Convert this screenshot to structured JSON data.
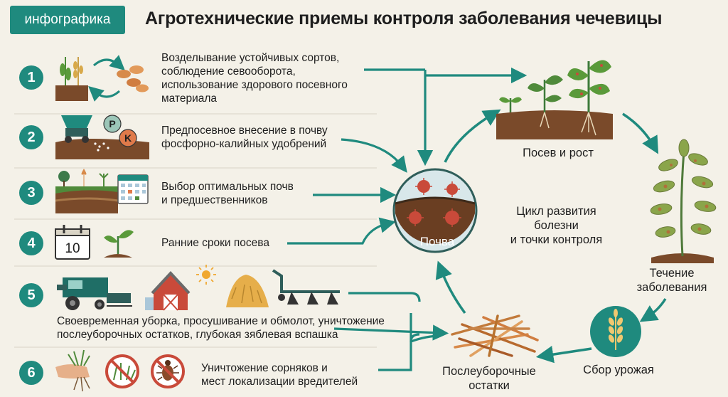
{
  "header": {
    "tag": "инфографика",
    "title": "Агротехнические приемы контроля заболевания чечевицы"
  },
  "steps": [
    {
      "num": "1",
      "lines": [
        "Возделывание устойчивых сортов,",
        "соблюдение севооборота,",
        "использование здорового посевного",
        "материала"
      ]
    },
    {
      "num": "2",
      "lines": [
        "Предпосевное внесение в почву",
        "фосфорно-калийных удобрений"
      ],
      "badges": [
        "P",
        "K"
      ]
    },
    {
      "num": "3",
      "lines": [
        "Выбор оптимальных почв",
        "и предшественников"
      ]
    },
    {
      "num": "4",
      "lines": [
        "Ранние сроки посева"
      ],
      "calendar_day": "10"
    },
    {
      "num": "5",
      "lines": [
        "Своевременная уборка, просушивание и обмолот, уничтожение",
        "послеуборочных остатков, глубокая зяблевая вспашка"
      ]
    },
    {
      "num": "6",
      "lines": [
        "Уничтожение сорняков и",
        "мест локализации вредителей"
      ]
    }
  ],
  "cycle": {
    "soil": "Почва",
    "center": [
      "Цикл развития",
      "болезни",
      "и точки контроля"
    ],
    "stages": {
      "sowing": "Посев и рост",
      "disease": [
        "Течение",
        "заболевания"
      ],
      "harvest": "Сбор урожая",
      "residues": [
        "Послеуборочные",
        "остатки"
      ]
    }
  },
  "colors": {
    "teal": "#1f8a7e",
    "soil": "#7a4a2a",
    "pathogen": "#c94a3a",
    "background": "#f4f1e8"
  }
}
